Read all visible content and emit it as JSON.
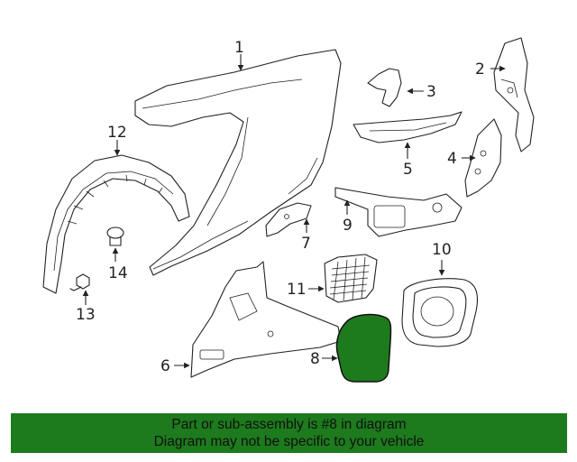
{
  "callouts": {
    "c1": "1",
    "c2": "2",
    "c3": "3",
    "c4": "4",
    "c5": "5",
    "c6": "6",
    "c7": "7",
    "c8": "8",
    "c9": "9",
    "c10": "10",
    "c11": "11",
    "c12": "12",
    "c13": "13",
    "c14": "14"
  },
  "highlight_color": "#1d7a1d",
  "banner": {
    "line1": "Part or sub-assembly is #8 in diagram",
    "line2": "Diagram may not be specific to your vehicle"
  }
}
